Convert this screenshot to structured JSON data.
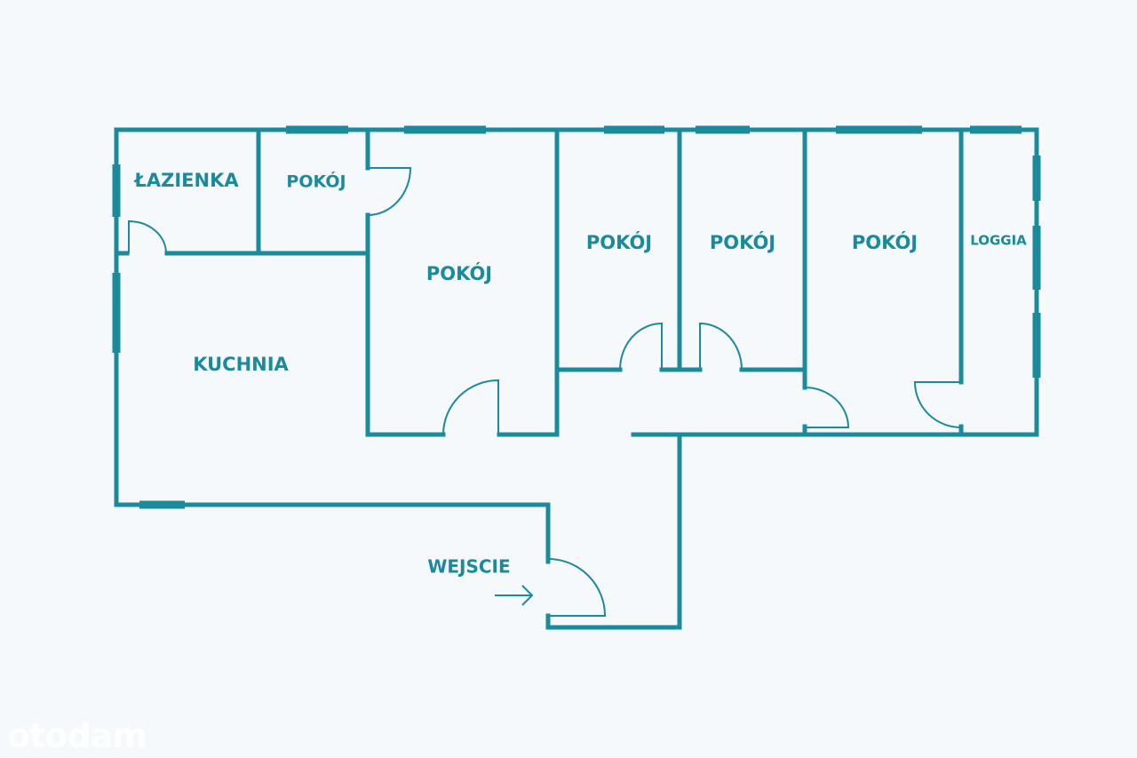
{
  "plan": {
    "accent_color": "#1b8a9c",
    "background_color": "#f6f9fc",
    "rooms": [
      {
        "id": "lazienka",
        "label": "ŁAZIENKA"
      },
      {
        "id": "pokoj-small",
        "label": "POKÓJ"
      },
      {
        "id": "pokoj-center",
        "label": "POKÓJ"
      },
      {
        "id": "pokoj-2",
        "label": "POKÓJ"
      },
      {
        "id": "pokoj-3",
        "label": "POKÓJ"
      },
      {
        "id": "pokoj-4",
        "label": "POKÓJ"
      },
      {
        "id": "loggia",
        "label": "LOGGIA"
      },
      {
        "id": "kuchnia",
        "label": "KUCHNIA"
      },
      {
        "id": "wejscie",
        "label": "WEJSCIE"
      }
    ],
    "entrance_arrow_icon": "arrow-right-icon"
  },
  "watermark": "otodam"
}
